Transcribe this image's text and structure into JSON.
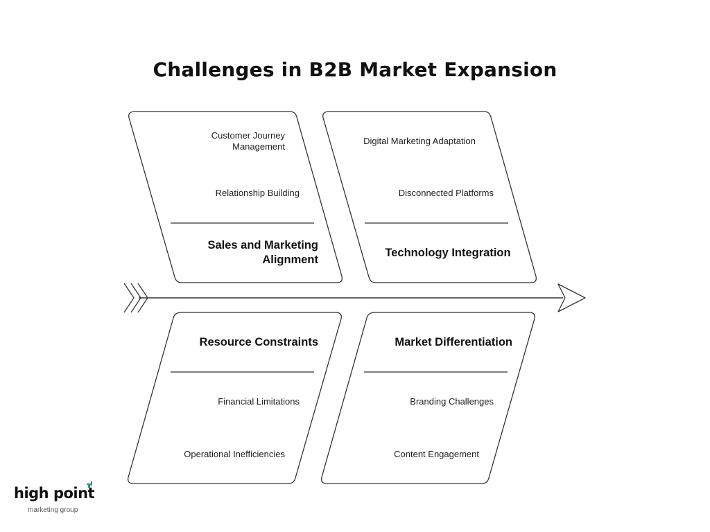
{
  "title": "Challenges in B2B Market Expansion",
  "categories": [
    {
      "name": "Sales and Marketing Alignment",
      "heading_lines": [
        "Sales and Marketing",
        "Alignment"
      ],
      "causes": [
        {
          "lines": [
            "Customer Journey",
            "Management"
          ]
        },
        {
          "lines": [
            "Relationship Building"
          ]
        }
      ]
    },
    {
      "name": "Technology Integration",
      "heading_lines": [
        "Technology Integration"
      ],
      "causes": [
        {
          "lines": [
            "Digital Marketing Adaptation"
          ]
        },
        {
          "lines": [
            "Disconnected Platforms"
          ]
        }
      ]
    },
    {
      "name": "Resource Constraints",
      "heading_lines": [
        "Resource Constraints"
      ],
      "causes": [
        {
          "lines": [
            "Financial Limitations"
          ]
        },
        {
          "lines": [
            "Operational Inefficiencies"
          ]
        }
      ]
    },
    {
      "name": "Market Differentiation",
      "heading_lines": [
        "Market Differentiation"
      ],
      "causes": [
        {
          "lines": [
            "Branding Challenges"
          ]
        },
        {
          "lines": [
            "Content Engagement"
          ]
        }
      ]
    }
  ],
  "logo": {
    "name": "high point",
    "tagline": "marketing group",
    "accent_color": "#2f8f7d"
  },
  "colors": {
    "line": "#333333",
    "text": "#111111"
  }
}
